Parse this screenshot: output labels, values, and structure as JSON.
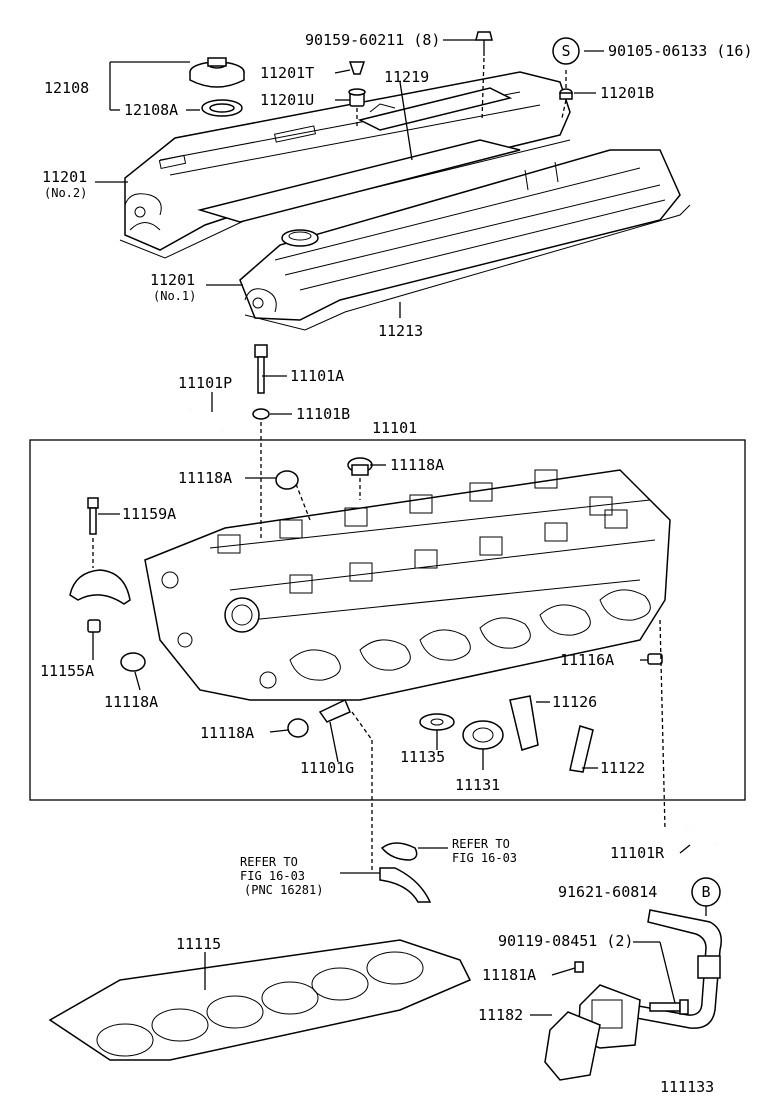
{
  "labels": {
    "p90159": "90159-60211 (8)",
    "s_mark": "S",
    "p90105": "90105-06133 (16)",
    "p12108": "12108",
    "p12108A": "12108A",
    "p11201T": "11201T",
    "p11201U": "11201U",
    "p11219": "11219",
    "p11201B": "11201B",
    "p11201_2": "11201",
    "p11201_2_sub": "(No.2)",
    "p11201_1": "11201",
    "p11201_1_sub": "(No.1)",
    "p11213": "11213",
    "p11101P": "11101P",
    "p11101A": "11101A",
    "p11101B": "11101B",
    "p11101": "11101",
    "p11118A_a": "11118A",
    "p11118A_b": "11118A",
    "p11159A": "11159A",
    "p11116A": "11116A",
    "p11126": "11126",
    "p11155A": "11155A",
    "p11118A_c": "11118A",
    "p11118A_d": "11118A",
    "p11135": "11135",
    "p11122": "11122",
    "p11131": "11131",
    "p11101G": "11101G",
    "refer1_a": "REFER TO",
    "refer1_b": "FIG 16-03",
    "refer2_a": "REFER TO",
    "refer2_b": "FIG 16-03",
    "refer2_c": "(PNC 16281)",
    "p11101R": "11101R",
    "p91621": "91621-60814",
    "b_mark": "B",
    "p11115": "11115",
    "p90119": "90119-08451 (2)",
    "p11181A": "11181A",
    "p11182": "11182",
    "fig_no": "111133"
  }
}
